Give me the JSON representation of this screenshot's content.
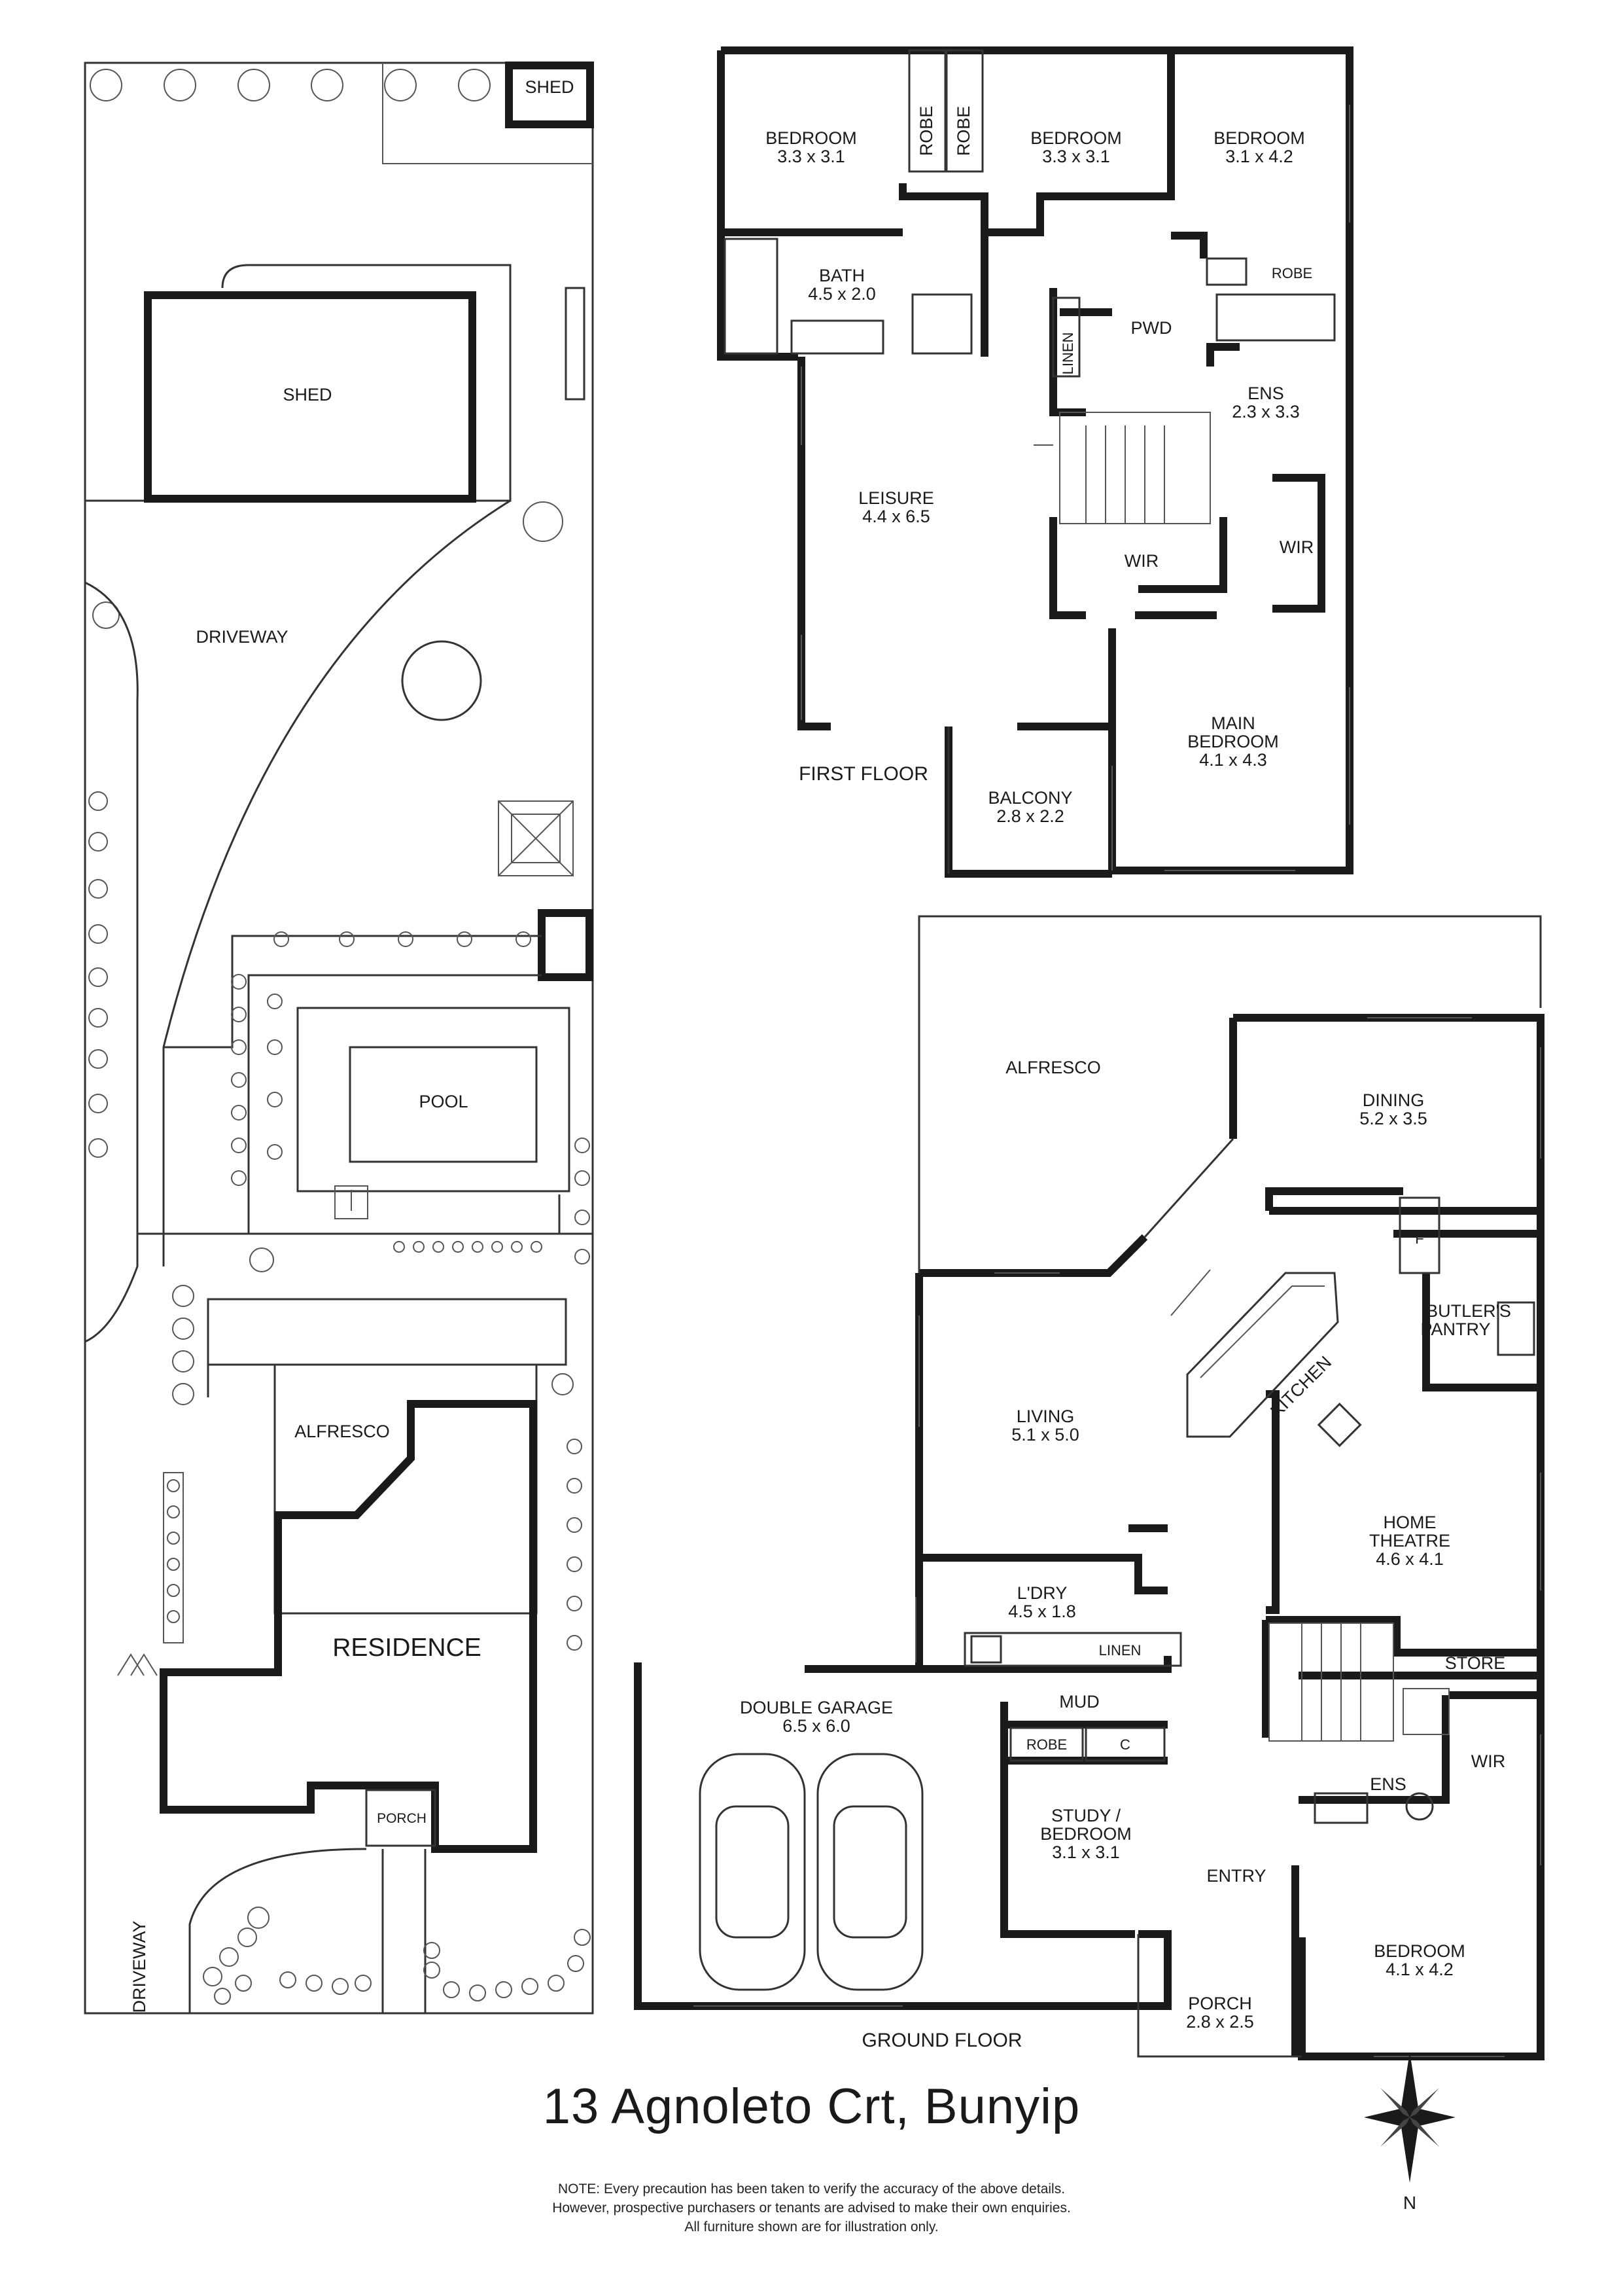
{
  "address": "13 Agnoleto Crt, Bunyip",
  "note": [
    "NOTE: Every precaution has been taken to verify the accuracy of the above details.",
    "However, prospective purchasers or tenants are advised to make their own enquiries.",
    "All furniture shown are for illustration only."
  ],
  "compass": {
    "label": "N"
  },
  "site": {
    "shed_small": "SHED",
    "shed_large": "SHED",
    "driveway_top": "DRIVEWAY",
    "pool": "POOL",
    "alfresco": "ALFRESCO",
    "residence": "RESIDENCE",
    "porch": "PORCH",
    "driveway_bottom": "DRIVEWAY"
  },
  "first_floor": {
    "label": "FIRST FLOOR",
    "bedroom_1": {
      "name": "BEDROOM",
      "size": "3.3 x 3.1"
    },
    "robe_1": "ROBE",
    "robe_2": "ROBE",
    "bedroom_2": {
      "name": "BEDROOM",
      "size": "3.3 x 3.1"
    },
    "bedroom_3": {
      "name": "BEDROOM",
      "size": "3.1 x 4.2"
    },
    "robe_3": "ROBE",
    "bath": {
      "name": "BATH",
      "size": "4.5 x 2.0"
    },
    "linen": "LINEN",
    "pwd": "PWD",
    "ens": {
      "name": "ENS",
      "size": "2.3 x 3.3"
    },
    "leisure": {
      "name": "LEISURE",
      "size": "4.4 x 6.5"
    },
    "wir_1": "WIR",
    "wir_2": "WIR",
    "main_bedroom": {
      "name1": "MAIN",
      "name2": "BEDROOM",
      "size": "4.1 x 4.3"
    },
    "balcony": {
      "name": "BALCONY",
      "size": "2.8 x 2.2"
    }
  },
  "ground_floor": {
    "label": "GROUND FLOOR",
    "alfresco": "ALFRESCO",
    "dining": {
      "name": "DINING",
      "size": "5.2 x 3.5"
    },
    "fridge": "F",
    "butlers_pantry": {
      "name1": "BUTLER'S",
      "name2": "PANTRY"
    },
    "kitchen": "KITCHEN",
    "living": {
      "name": "LIVING",
      "size": "5.1 x 5.0"
    },
    "home_theatre": {
      "name1": "HOME",
      "name2": "THEATRE",
      "size": "4.6 x 4.1"
    },
    "ldry": {
      "name": "L'DRY",
      "size": "4.5 x 1.8"
    },
    "linen": "LINEN",
    "store": "STORE",
    "double_garage": {
      "name": "DOUBLE GARAGE",
      "size": "6.5 x 6.0"
    },
    "mud": "MUD",
    "robe": "ROBE",
    "coats": "C",
    "ens": "ENS",
    "wir": "WIR",
    "study": {
      "name1": "STUDY /",
      "name2": "BEDROOM",
      "size": "3.1 x 3.1"
    },
    "entry": "ENTRY",
    "bedroom": {
      "name": "BEDROOM",
      "size": "4.1 x 4.2"
    },
    "porch": {
      "name": "PORCH",
      "size": "2.8 x 2.5"
    }
  }
}
